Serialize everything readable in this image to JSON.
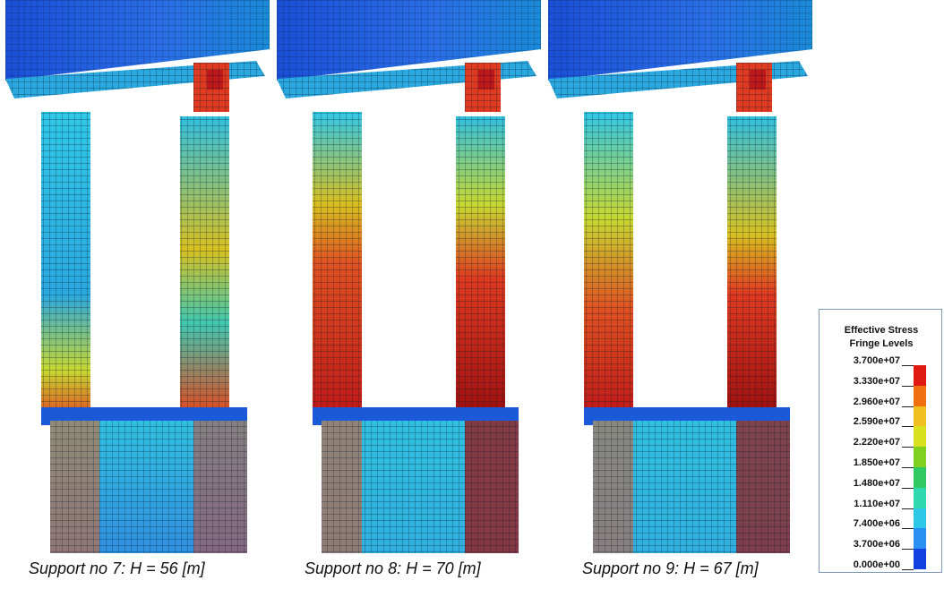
{
  "panels": [
    {
      "caption": "Support no 7: H = 56 [m]"
    },
    {
      "caption": "Support no 8: H = 70 [m]"
    },
    {
      "caption": "Support no 9: H = 67 [m]"
    }
  ],
  "legend": {
    "title_line1": "Effective Stress",
    "title_line2": "Fringe Levels",
    "levels": [
      "3.700e+07",
      "3.330e+07",
      "2.960e+07",
      "2.590e+07",
      "2.220e+07",
      "1.850e+07",
      "1.480e+07",
      "1.110e+07",
      "7.400e+06",
      "3.700e+06",
      "0.000e+00"
    ],
    "colors": [
      "#e01a10",
      "#f07010",
      "#f0c020",
      "#d8e020",
      "#80d020",
      "#30c860",
      "#30d8b0",
      "#30c8e8",
      "#2890f0",
      "#1040e0"
    ]
  }
}
